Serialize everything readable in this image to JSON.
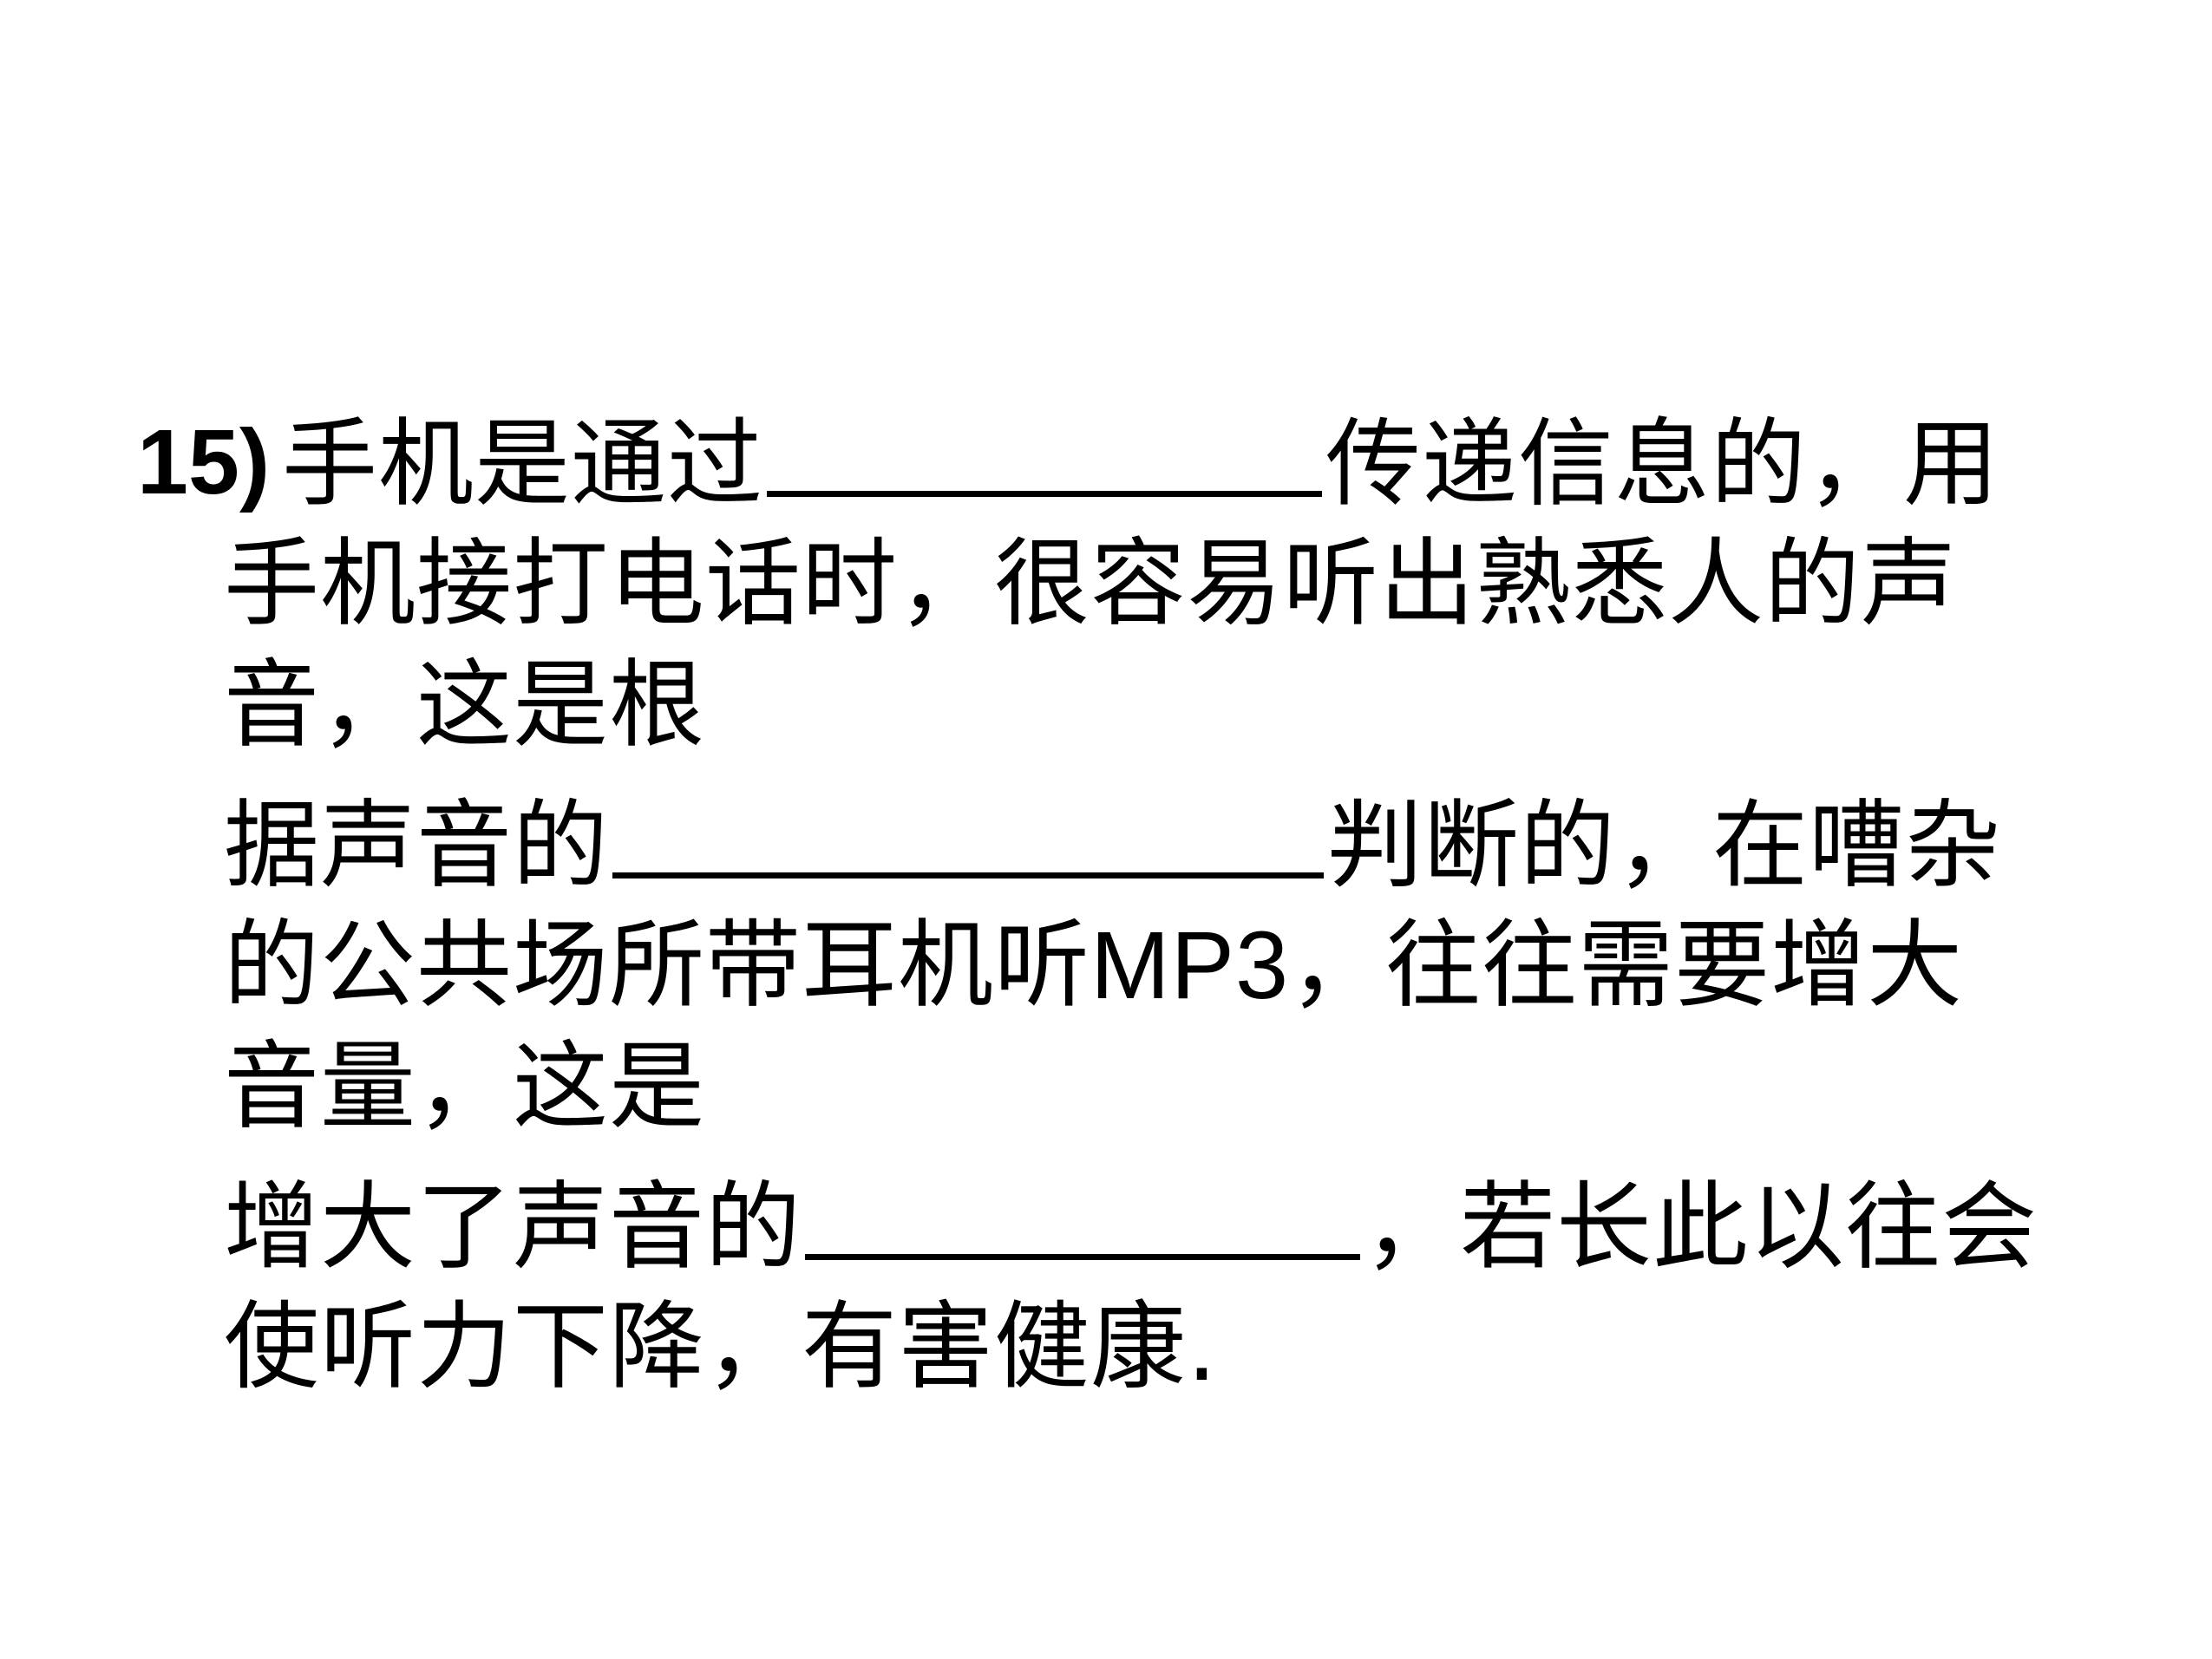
{
  "question": {
    "number": "15)",
    "line1": {
      "a": "手机是通过",
      "b": "传递信息的，用"
    },
    "line2": "手机接打电话时，很容易听出熟悉人的声",
    "line3": "音，这是根",
    "line4": {
      "a": "据声音的",
      "b": "判断的，在嘈杂"
    },
    "line5": {
      "a": "的公共场所带耳机听",
      "latin": "MP3",
      "b": "，往往需要增大"
    },
    "line6": "音量，这是",
    "line7": {
      "a": "增大了声音的",
      "b": "，若长此以往会"
    },
    "line8": "使听力下降，有害健康."
  }
}
